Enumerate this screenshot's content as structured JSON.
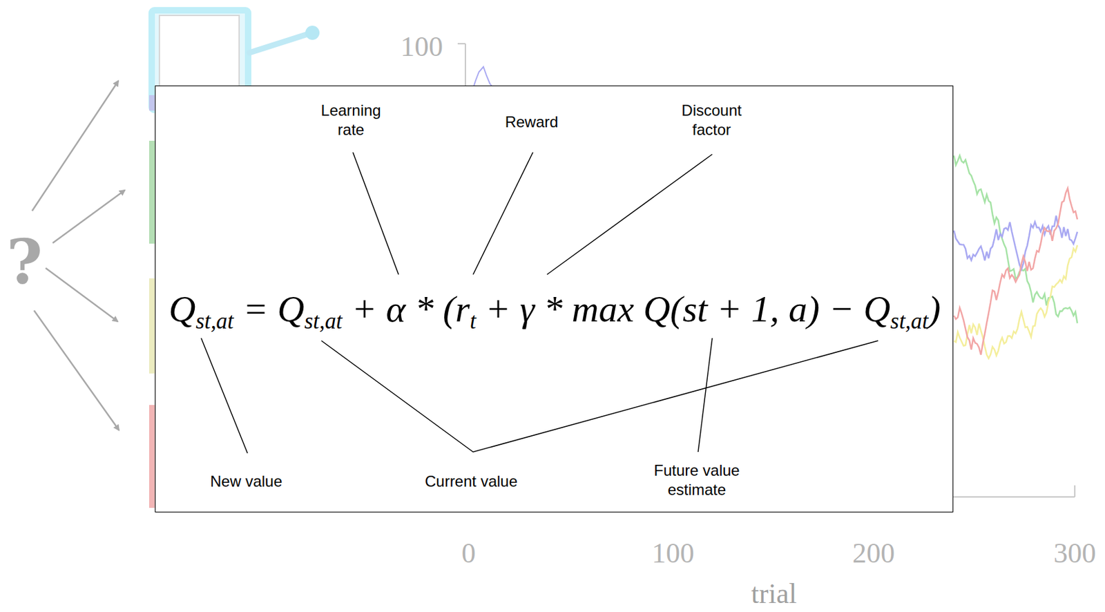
{
  "diagram": {
    "nodes": [
      {
        "text": [
          "Learning rate",
          "Reward",
          "Discount factor",
          "Qst,at = Qst,at + α * (rt + γ * max Q(st + 1, a) − Qst,at)",
          "New value",
          "Current value",
          "Future value estimate"
        ]
      }
    ],
    "labels": [
      "?",
      "100",
      "0",
      "100",
      "200",
      "300",
      "trial"
    ]
  }
}
